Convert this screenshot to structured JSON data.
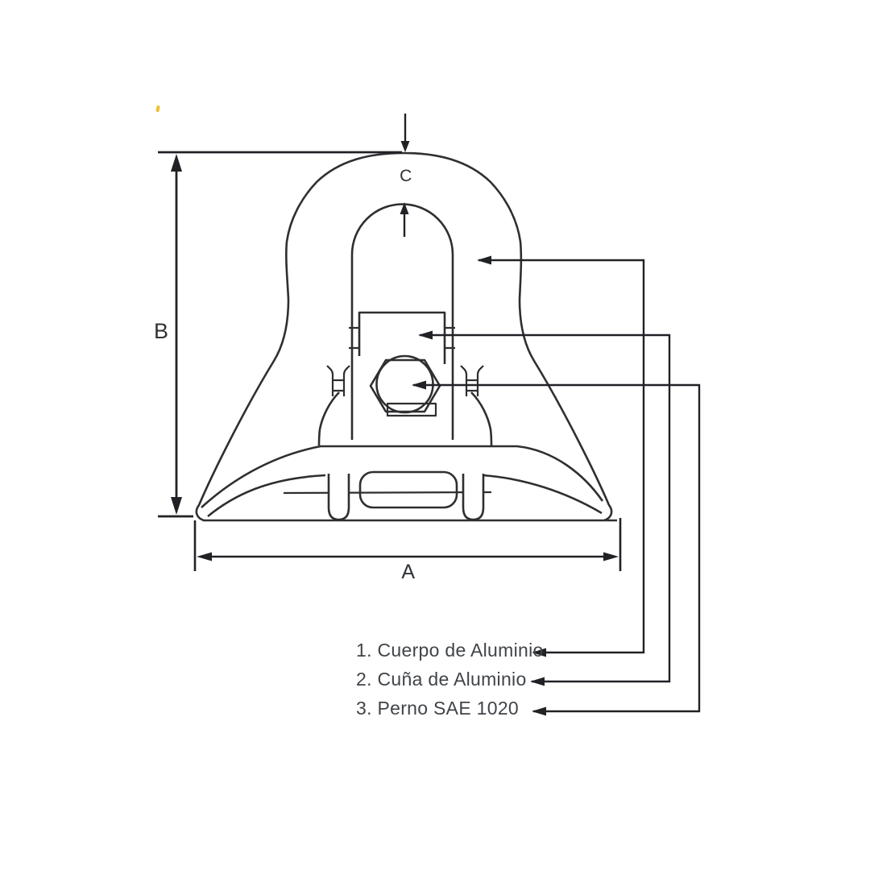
{
  "diagram": {
    "type": "technical-drawing",
    "subject": "suspension-clamp-front-view",
    "dimension_labels": {
      "width": "A",
      "height": "B",
      "shackle_gap": "C"
    },
    "parts_list": [
      {
        "text": "1. Cuerpo de Aluminio"
      },
      {
        "text": "2. Cuña de Aluminio"
      },
      {
        "text": "3. Perno SAE 1020"
      }
    ],
    "colors": {
      "drawing_line": "#2e2f31",
      "dimension_line": "#212226",
      "label_text": "#404449",
      "dimension_text": "#303336",
      "background": "#ffffff",
      "stray_mark": "#f0c02e"
    }
  }
}
